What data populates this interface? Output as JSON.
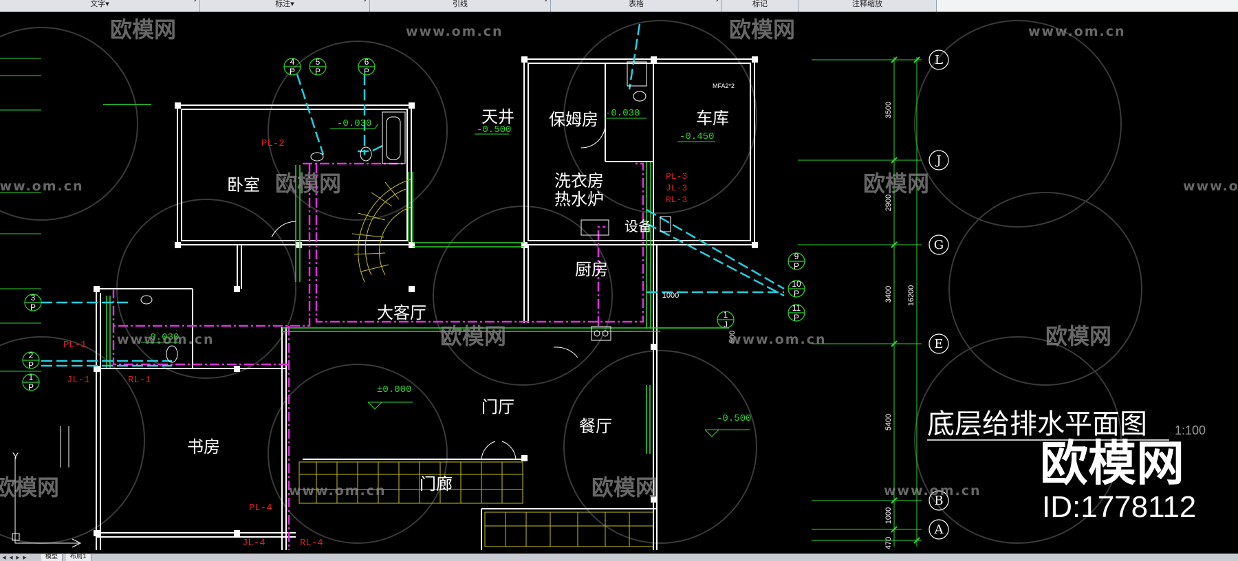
{
  "ribbon": {
    "sections": [
      {
        "label": "文字",
        "dropdown": true
      },
      {
        "label": "标注",
        "dropdown": true
      },
      {
        "label": "引线",
        "dropdown": false
      },
      {
        "label": "表格",
        "dropdown": false
      },
      {
        "label": "标记",
        "dropdown": false
      },
      {
        "label": "注释缩放",
        "dropdown": false
      }
    ]
  },
  "drawing": {
    "title": "底层给排水平面图",
    "scale": "1:100",
    "rooms": {
      "bedroom": "卧室",
      "courtyard": "天井",
      "maid_room": "保姆房",
      "garage": "车库",
      "laundry": "洗衣房",
      "boiler": "热水炉",
      "equipment": "设备",
      "kitchen": "厨房",
      "living": "大客厅",
      "foyer": "门厅",
      "dining": "餐厅",
      "study": "书房",
      "porch": "门廊"
    },
    "elevations": {
      "bath_upper": "-0.030",
      "courtyard": "-0.500",
      "maid_bath": "-0.030",
      "garage": "-0.450",
      "bath_left": "-0.030",
      "main": "±0.000",
      "dining_side": "-0.500"
    },
    "pipe_labels": {
      "pl2": "PL-2",
      "pl3": "PL-3",
      "jl3": "JL-3",
      "rl3": "RL-3",
      "pl1": "PL-1",
      "jl1": "JL-1",
      "rl1": "RL-1",
      "pl4": "PL-4",
      "jl4": "JL-4",
      "rl4": "RL-4"
    },
    "pipe_markers": [
      {
        "num": "4",
        "sub": "P"
      },
      {
        "num": "5",
        "sub": "P"
      },
      {
        "num": "6",
        "sub": "P"
      },
      {
        "num": "3",
        "sub": "P"
      },
      {
        "num": "2",
        "sub": "P"
      },
      {
        "num": "1",
        "sub": "P"
      },
      {
        "num": "1",
        "sub": "J"
      },
      {
        "num": "9",
        "sub": "P"
      },
      {
        "num": "10",
        "sub": "P"
      },
      {
        "num": "11",
        "sub": "P"
      }
    ],
    "grid_axes": [
      "L",
      "J",
      "G",
      "E",
      "B",
      "A"
    ],
    "dimensions": {
      "d1": "3500",
      "d2": "2900",
      "d3": "3400",
      "d4": "5400",
      "d5": "1000",
      "d6": "470",
      "total": "16200",
      "pipe_len": "1000",
      "pipe_depth": "500"
    },
    "fixture_tag": "MFA2*2",
    "ucs_y": "Y"
  },
  "watermark": {
    "brand": "欧模网",
    "url": "www.om.cn",
    "big_brand": "欧模网",
    "id": "ID:1778112"
  },
  "tabs": {
    "model": "模型",
    "layout": "布局1"
  },
  "colors": {
    "background": "#000000",
    "wall": "#ffffff",
    "green": "#2bd92b",
    "magenta": "#e030e0",
    "cyan": "#22d0e0",
    "red": "#e02020",
    "yellow": "#c8c020"
  }
}
